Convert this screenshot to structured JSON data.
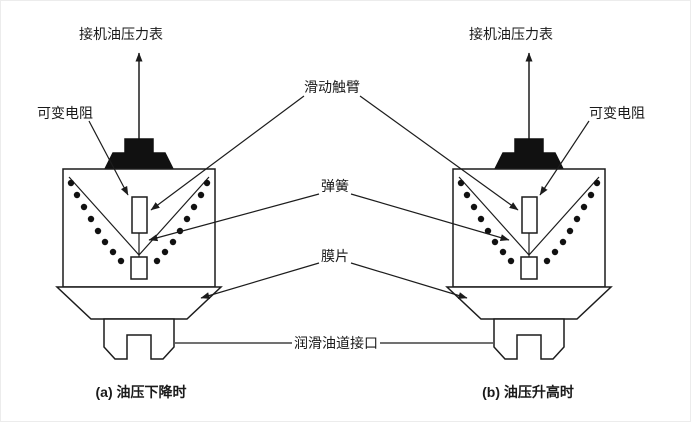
{
  "figure": {
    "background": "#ffffff",
    "line_color": "#1c1c1c",
    "labels": {
      "gauge": "接机油压力表",
      "variable_resistor": "可变电阻",
      "sliding_arm": "滑动触臂",
      "spring": "弹簧",
      "diaphragm": "膜片",
      "oil_port": "润滑油道接口"
    },
    "captions": {
      "a": "(a) 油压下降时",
      "b": "(b) 油压升高时"
    }
  }
}
